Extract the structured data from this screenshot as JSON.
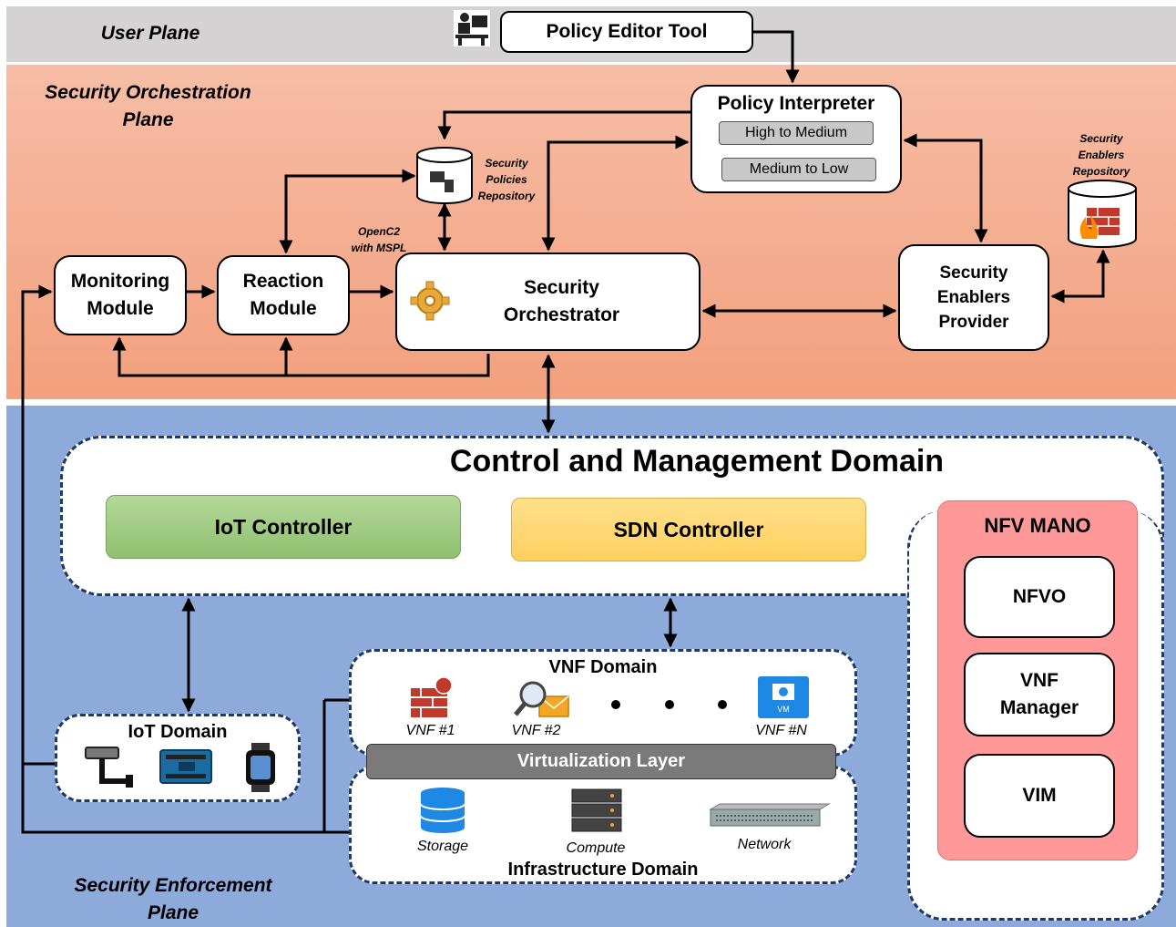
{
  "planes": {
    "user": "User Plane",
    "orchestration_line1": "Security Orchestration",
    "orchestration_line2": "Plane",
    "enforcement_line1": "Security Enforcement",
    "enforcement_line2": "Plane"
  },
  "user_plane": {
    "policy_editor": "Policy Editor Tool"
  },
  "orchestration": {
    "policy_interpreter": "Policy Interpreter",
    "high_to_medium": "High to Medium",
    "medium_to_low": "Medium to Low",
    "policies_repo": [
      "Security",
      "Policies",
      "Repository"
    ],
    "enablers_repo": [
      "Security",
      "Enablers",
      "Repository"
    ],
    "openc2": [
      "OpenC2",
      "with MSPL"
    ],
    "monitoring": [
      "Monitoring",
      "Module"
    ],
    "reaction": [
      "Reaction",
      "Module"
    ],
    "security_orchestrator": [
      "Security",
      "Orchestrator"
    ],
    "enablers_provider": [
      "Security",
      "Enablers",
      "Provider"
    ]
  },
  "control": {
    "title": "Control and Management Domain",
    "iot_controller": "IoT Controller",
    "sdn_controller": "SDN Controller"
  },
  "mano": {
    "title": "NFV MANO",
    "nfvo": "NFVO",
    "vnf_manager": [
      "VNF",
      "Manager"
    ],
    "vim": "VIM"
  },
  "iot_domain": {
    "title": "IoT Domain"
  },
  "vnf_domain": {
    "title": "VNF Domain",
    "vnf1": "VNF #1",
    "vnf2": "VNF #2",
    "vnfn": "VNF #N",
    "vm_label": "VM"
  },
  "virtualization": "Virtualization Layer",
  "infrastructure": {
    "title": "Infrastructure Domain",
    "storage": "Storage",
    "compute": "Compute",
    "network": "Network"
  },
  "colors": {
    "user_plane_bg": "#d4d2d3",
    "orchestration_bg": "#f4ad90",
    "enforcement_bg": "#8eaadb",
    "iot_controller": "#a9d18e",
    "sdn_controller": "#ffd966",
    "mano_bg": "#ff9999"
  }
}
